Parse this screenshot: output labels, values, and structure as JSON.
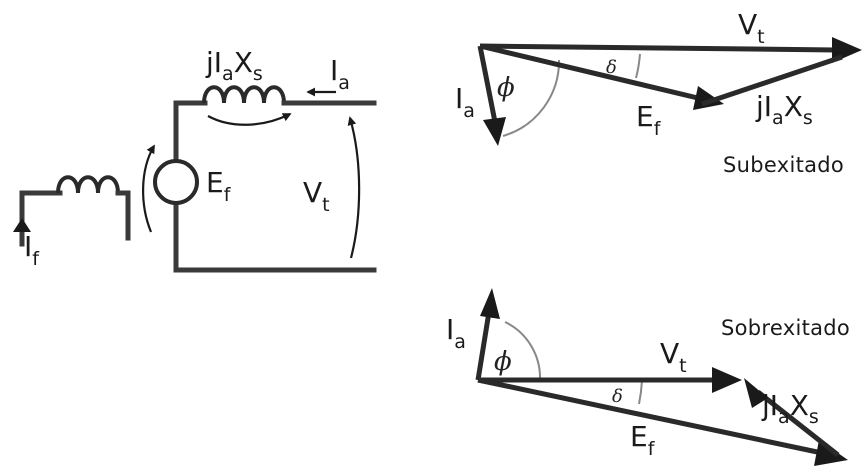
{
  "circuit": {
    "label_field_current": "I",
    "label_field_current_sub": "f",
    "label_source": "E",
    "label_source_sub": "f",
    "label_reactance_drop_j": "jI",
    "label_reactance_drop_a": "a",
    "label_reactance_drop_x": "X",
    "label_reactance_drop_s": "s",
    "label_armature_current": "I",
    "label_armature_current_sub": "a",
    "label_terminal_voltage": "V",
    "label_terminal_voltage_sub": "t"
  },
  "under": {
    "caption": "Subexitado",
    "vt": "V",
    "vt_sub": "t",
    "ef": "E",
    "ef_sub": "f",
    "ia": "I",
    "ia_sub": "a",
    "jx_j": "jI",
    "jx_a": "a",
    "jx_x": "X",
    "jx_s": "s",
    "phi": "ϕ",
    "delta": "δ"
  },
  "over": {
    "caption": "Sobrexitado",
    "vt": "V",
    "vt_sub": "t",
    "ef": "E",
    "ef_sub": "f",
    "ia": "I",
    "ia_sub": "a",
    "jx_j": "jI",
    "jx_a": "a",
    "jx_x": "X",
    "jx_s": "s",
    "phi": "ϕ",
    "delta": "δ"
  }
}
